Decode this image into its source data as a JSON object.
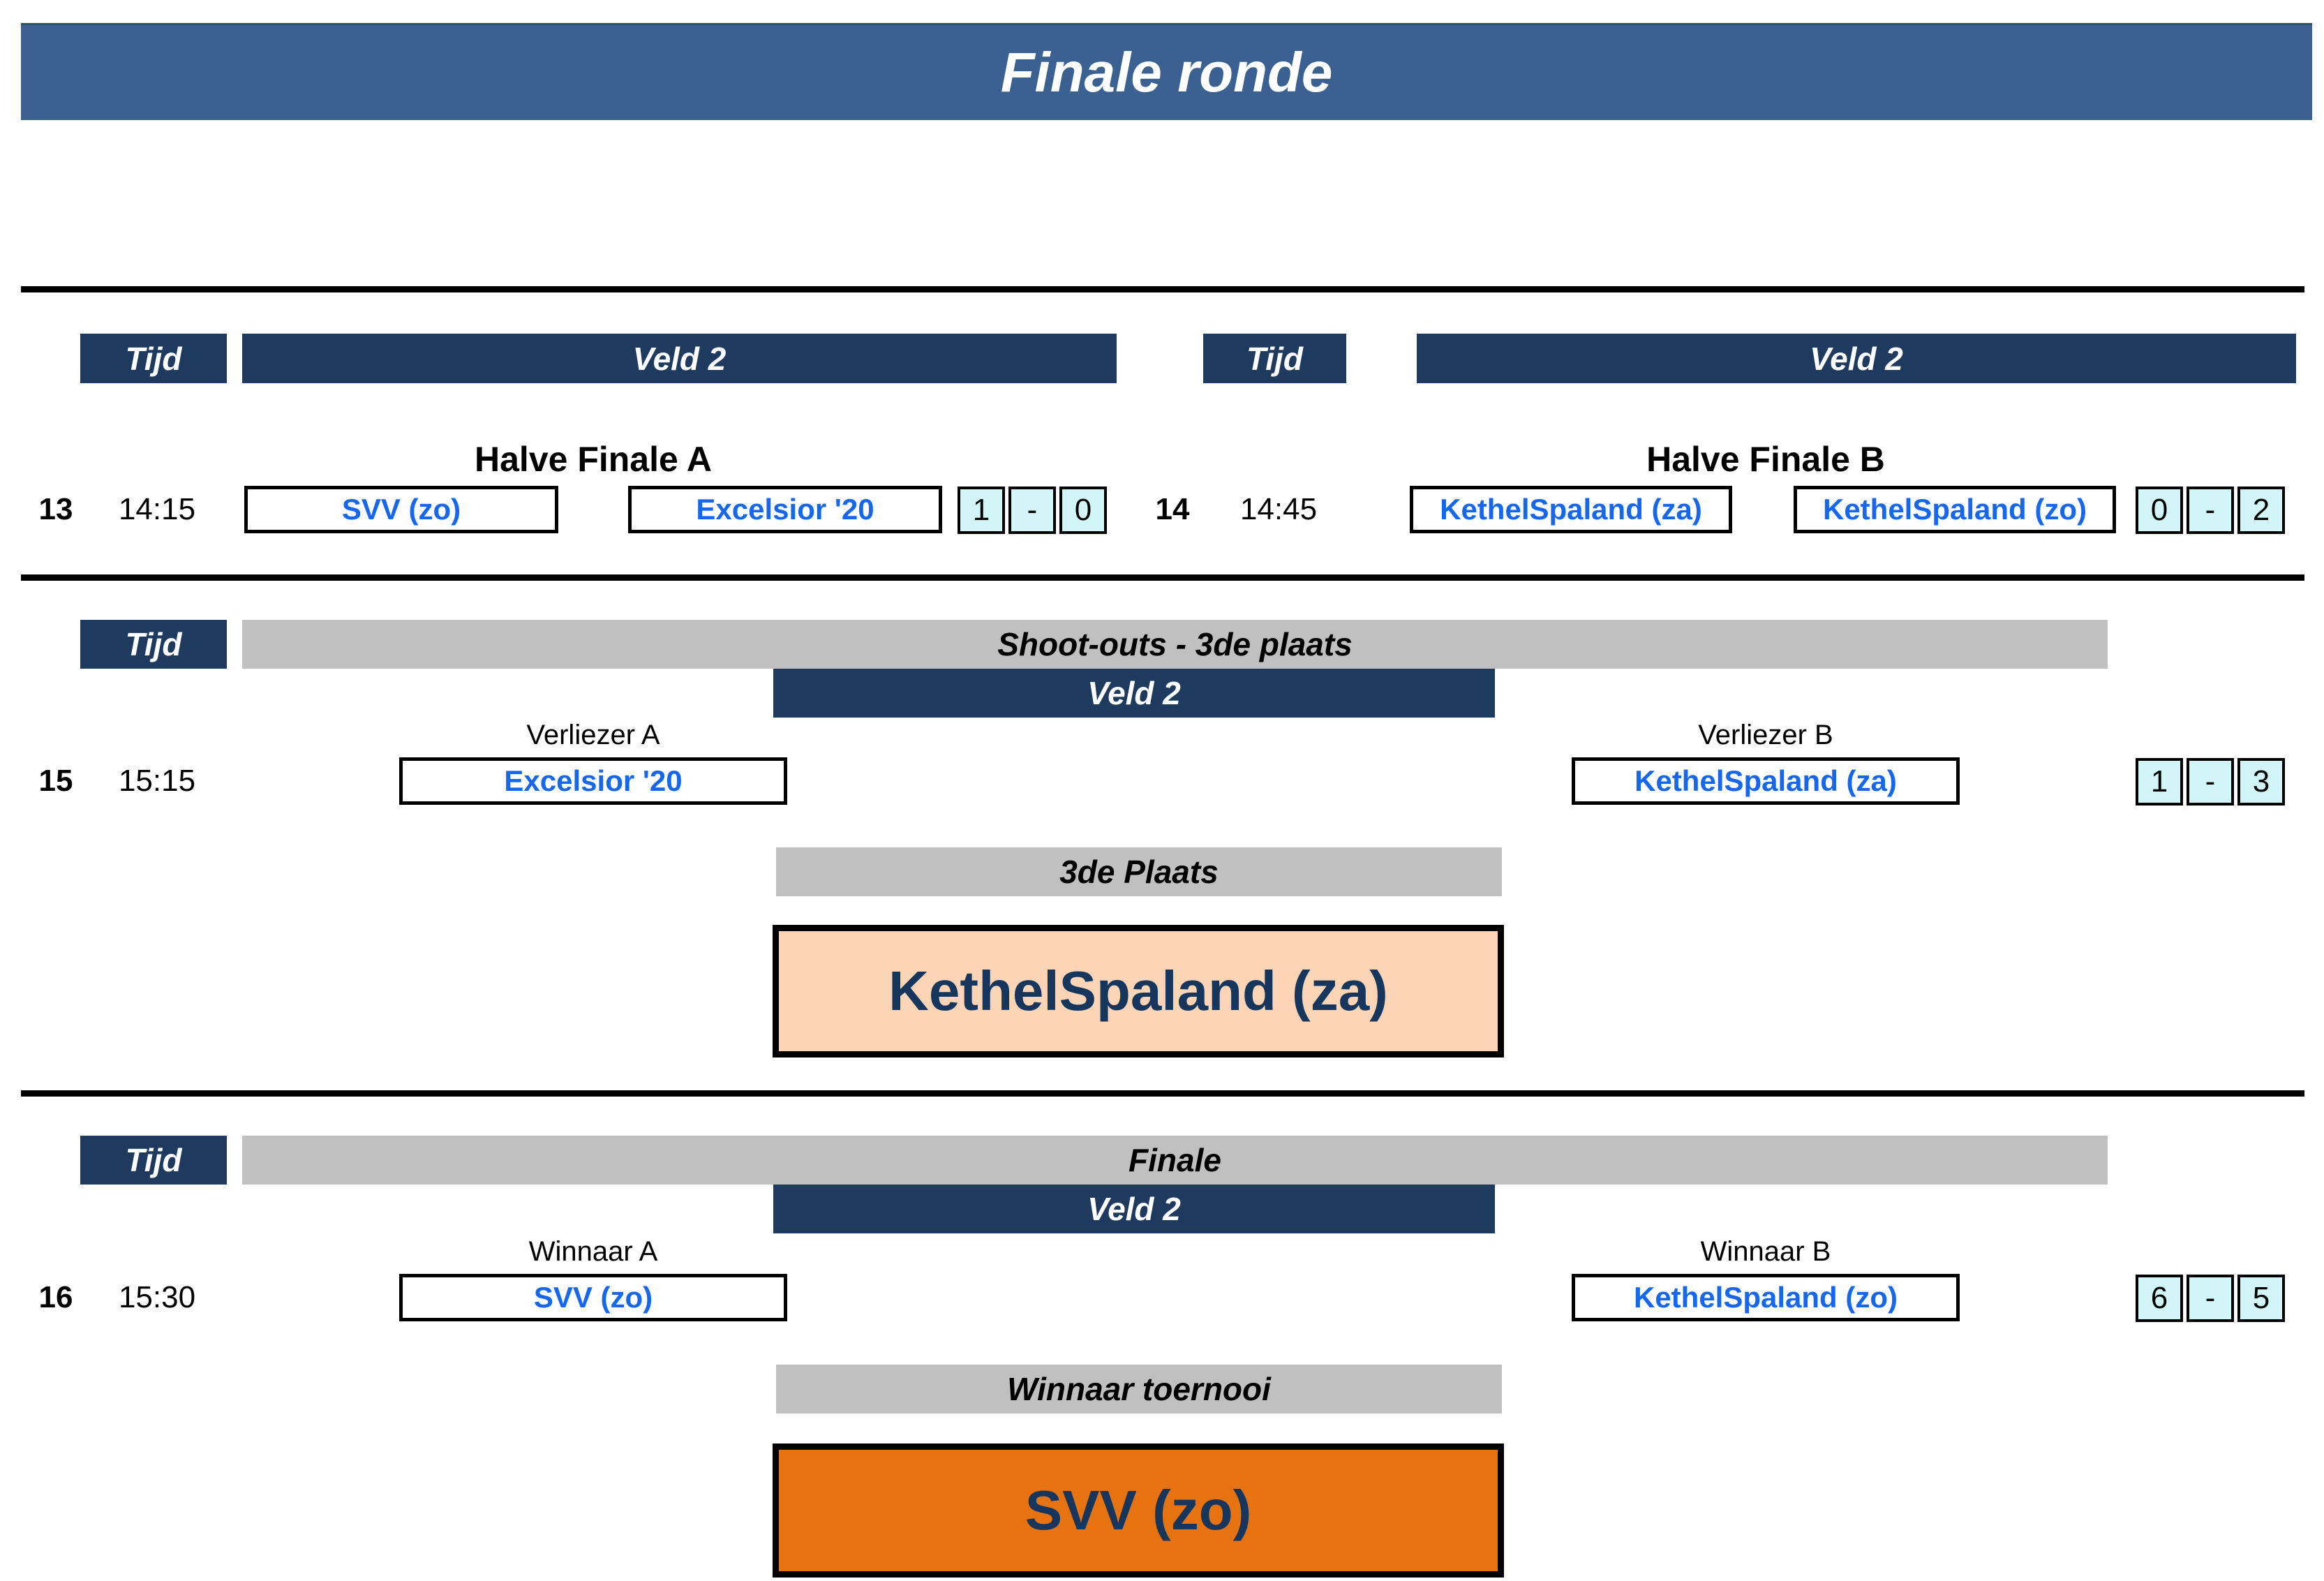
{
  "title": "Finale ronde",
  "colors": {
    "title_bar": "#3A6191",
    "header_navy": "#1E3A5E",
    "bar_gray": "#C0C0C0",
    "team_name_blue": "#1566F0",
    "score_cell_cyan": "#D2F5F7",
    "third_place_fill": "#FBD5B5",
    "winner_fill": "#E6730F",
    "result_text_navy": "#17365D"
  },
  "semifinals": {
    "left": {
      "time_header": "Tijd",
      "field_header": "Veld 2",
      "stage": "Halve Finale A",
      "match_no": "13",
      "kickoff": "14:15",
      "home_team": "SVV (zo)",
      "away_team": "Excelsior '20",
      "score": {
        "home": "1",
        "separator": "-",
        "away": "0"
      }
    },
    "right": {
      "time_header": "Tijd",
      "field_header": "Veld 2",
      "stage": "Halve Finale B",
      "match_no": "14",
      "kickoff": "14:45",
      "home_team": "KethelSpaland (za)",
      "away_team": "KethelSpaland (zo)",
      "score": {
        "home": "0",
        "separator": "-",
        "away": "2"
      }
    }
  },
  "third_place": {
    "time_header": "Tijd",
    "stage_header": "Shoot-outs - 3de plaats",
    "field_header": "Veld 2",
    "match_no": "15",
    "kickoff": "15:15",
    "home_label": "Verliezer A",
    "home_team": "Excelsior '20",
    "away_label": "Verliezer B",
    "away_team": "KethelSpaland (za)",
    "score": {
      "home": "1",
      "separator": "-",
      "away": "3"
    },
    "result_header": "3de Plaats",
    "result_team": "KethelSpaland (za)"
  },
  "final": {
    "time_header": "Tijd",
    "stage_header": "Finale",
    "field_header": "Veld 2",
    "match_no": "16",
    "kickoff": "15:30",
    "home_label": "Winnaar A",
    "home_team": "SVV (zo)",
    "away_label": "Winnaar B",
    "away_team": "KethelSpaland (zo)",
    "score": {
      "home": "6",
      "separator": "-",
      "away": "5"
    },
    "result_header": "Winnaar toernooi",
    "result_team": "SVV (zo)"
  }
}
